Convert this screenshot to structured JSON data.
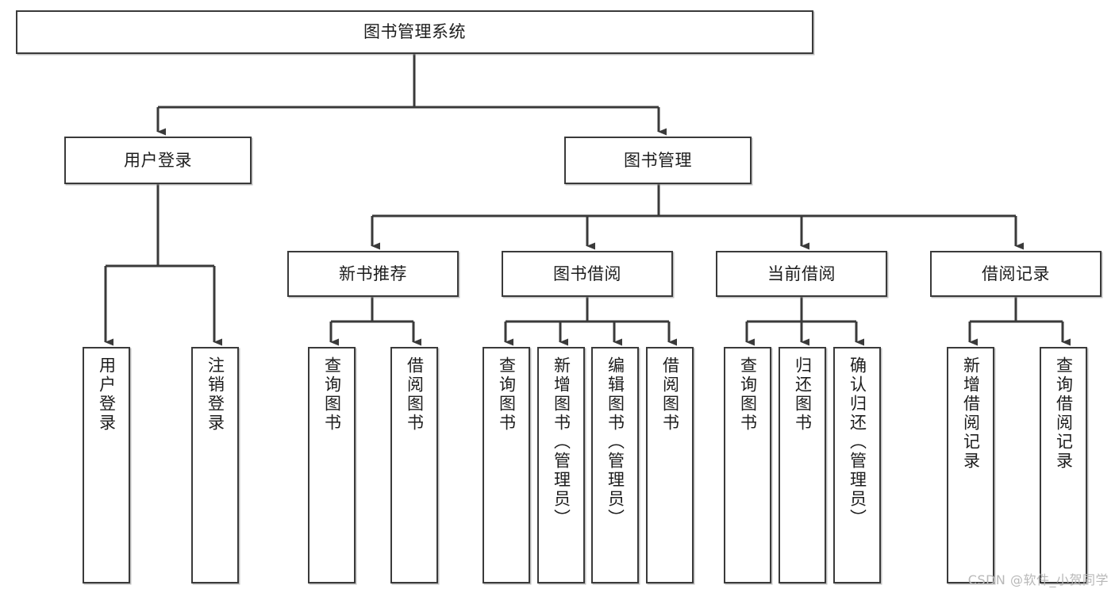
{
  "diagram": {
    "title": "图书管理系统",
    "type": "tree-hierarchy",
    "watermark": "CSDN @软件_小贺同学",
    "colors": {
      "box_border": "#3a3a3a",
      "box_fill": "#ffffff",
      "edge": "#3a3a3a",
      "text": "#1d1d1d",
      "watermark": "#b8b8b8"
    },
    "nodes": {
      "root": {
        "label": "图书管理系统"
      },
      "level2": [
        {
          "label": "用户登录"
        },
        {
          "label": "图书管理"
        }
      ],
      "level3": [
        {
          "label": "新书推荐"
        },
        {
          "label": "图书借阅"
        },
        {
          "label": "当前借阅"
        },
        {
          "label": "借阅记录"
        }
      ],
      "leaves_user_login": [
        {
          "label": "用户登录"
        },
        {
          "label": "注销登录"
        }
      ],
      "leaves_new_book": [
        {
          "label": "查询图书"
        },
        {
          "label": "借阅图书"
        }
      ],
      "leaves_borrow": [
        {
          "label": "查询图书"
        },
        {
          "label": "新增图书（管理员）"
        },
        {
          "label": "编辑图书（管理员）"
        },
        {
          "label": "借阅图书"
        }
      ],
      "leaves_current": [
        {
          "label": "查询图书"
        },
        {
          "label": "归还图书"
        },
        {
          "label": "确认归还（管理员）"
        }
      ],
      "leaves_records": [
        {
          "label": "新增借阅记录"
        },
        {
          "label": "查询借阅记录"
        }
      ]
    }
  }
}
